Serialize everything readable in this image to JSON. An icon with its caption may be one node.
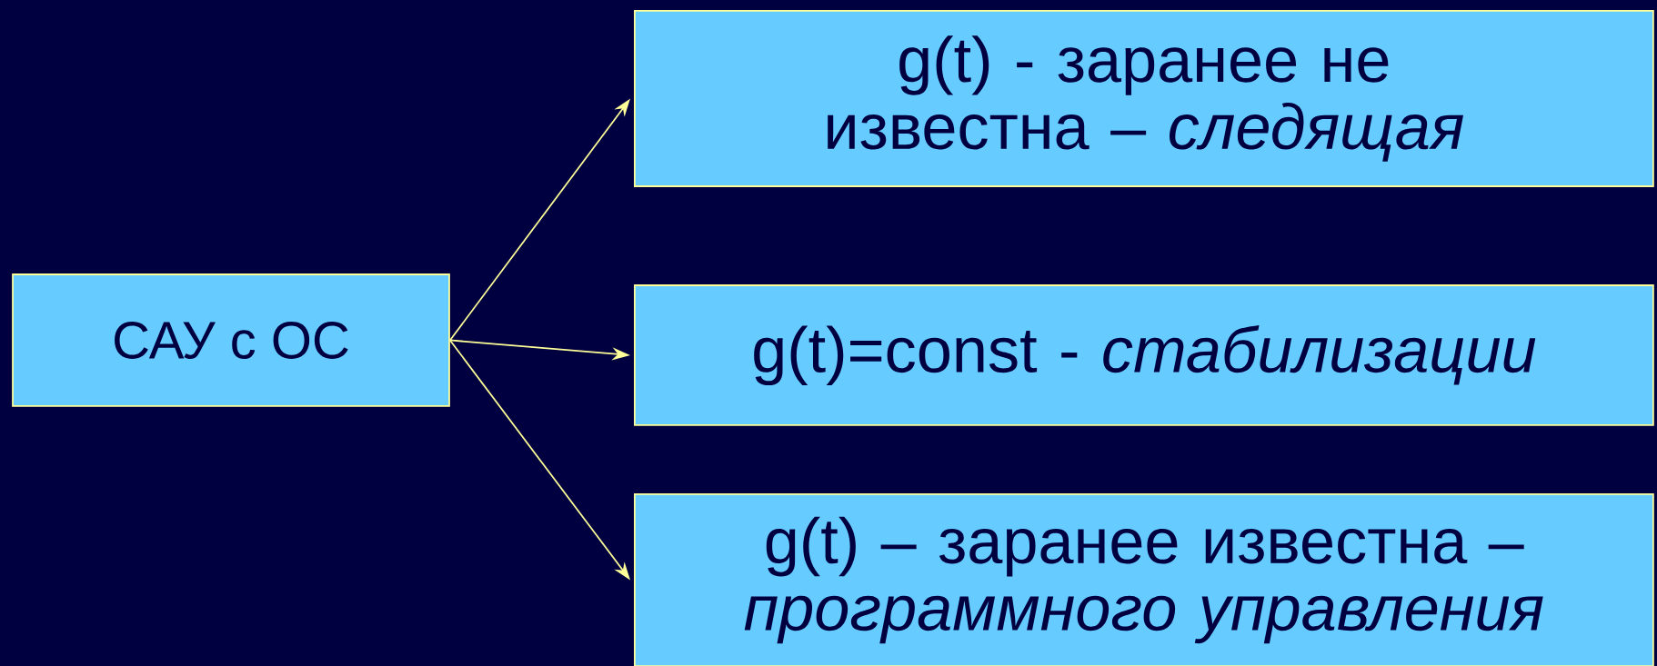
{
  "diagram": {
    "nodes": [
      {
        "text": [
          "САУ с ОС"
        ]
      },
      {
        "text": [
          "g(t) - заранее не известна – *следящая*"
        ]
      },
      {
        "text": [
          "g(t)=const - *стабилизации*"
        ]
      },
      {
        "text": [
          "g(t) – заранее известна – *программного управления*"
        ]
      }
    ],
    "edges": [
      {
        "from": 0,
        "to": 1,
        "arrow": "to"
      },
      {
        "from": 0,
        "to": 2,
        "arrow": "to"
      },
      {
        "from": 0,
        "to": 3,
        "arrow": "to"
      }
    ]
  }
}
